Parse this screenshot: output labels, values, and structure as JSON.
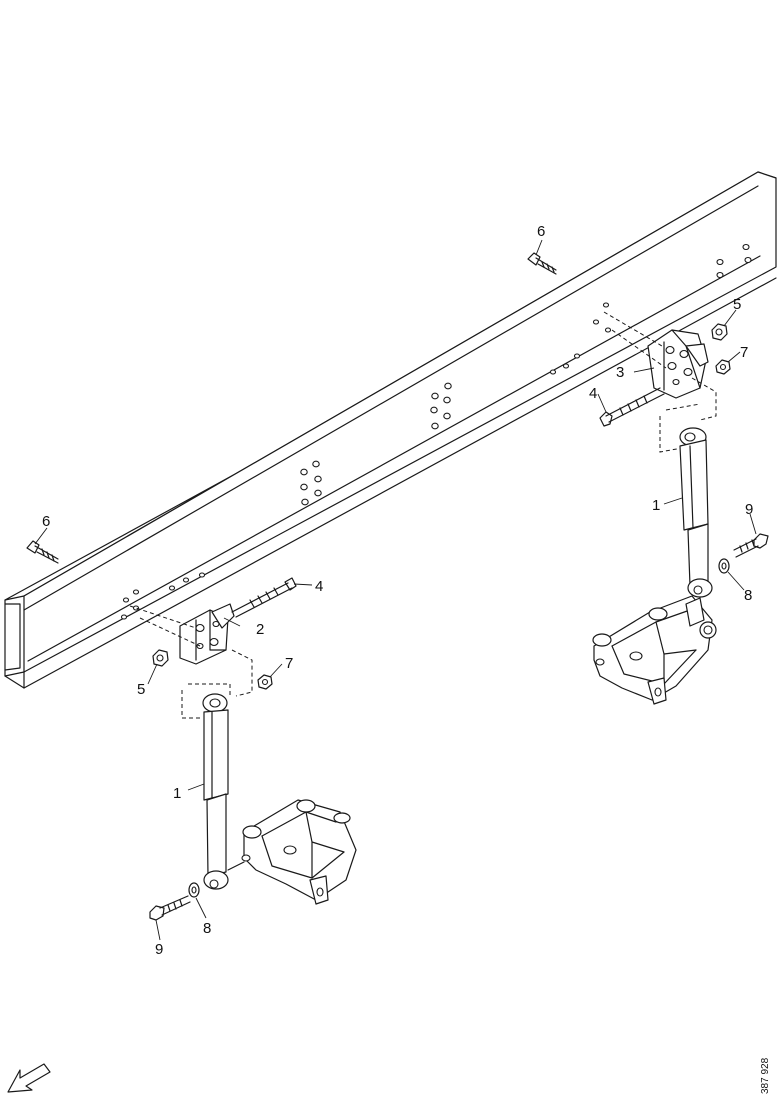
{
  "callouts": {
    "c1_left": "1",
    "c1_right": "1",
    "c2": "2",
    "c3": "3",
    "c4_left": "4",
    "c4_right": "4",
    "c5_left": "5",
    "c5_right": "5",
    "c6_left": "6",
    "c6_top": "6",
    "c7_left": "7",
    "c7_right": "7",
    "c8_left": "8",
    "c8_right": "8",
    "c9_left": "9",
    "c9_right": "9"
  },
  "document_number": "387 928",
  "icons": {
    "direction_arrow": "arrow-down-left-icon"
  }
}
